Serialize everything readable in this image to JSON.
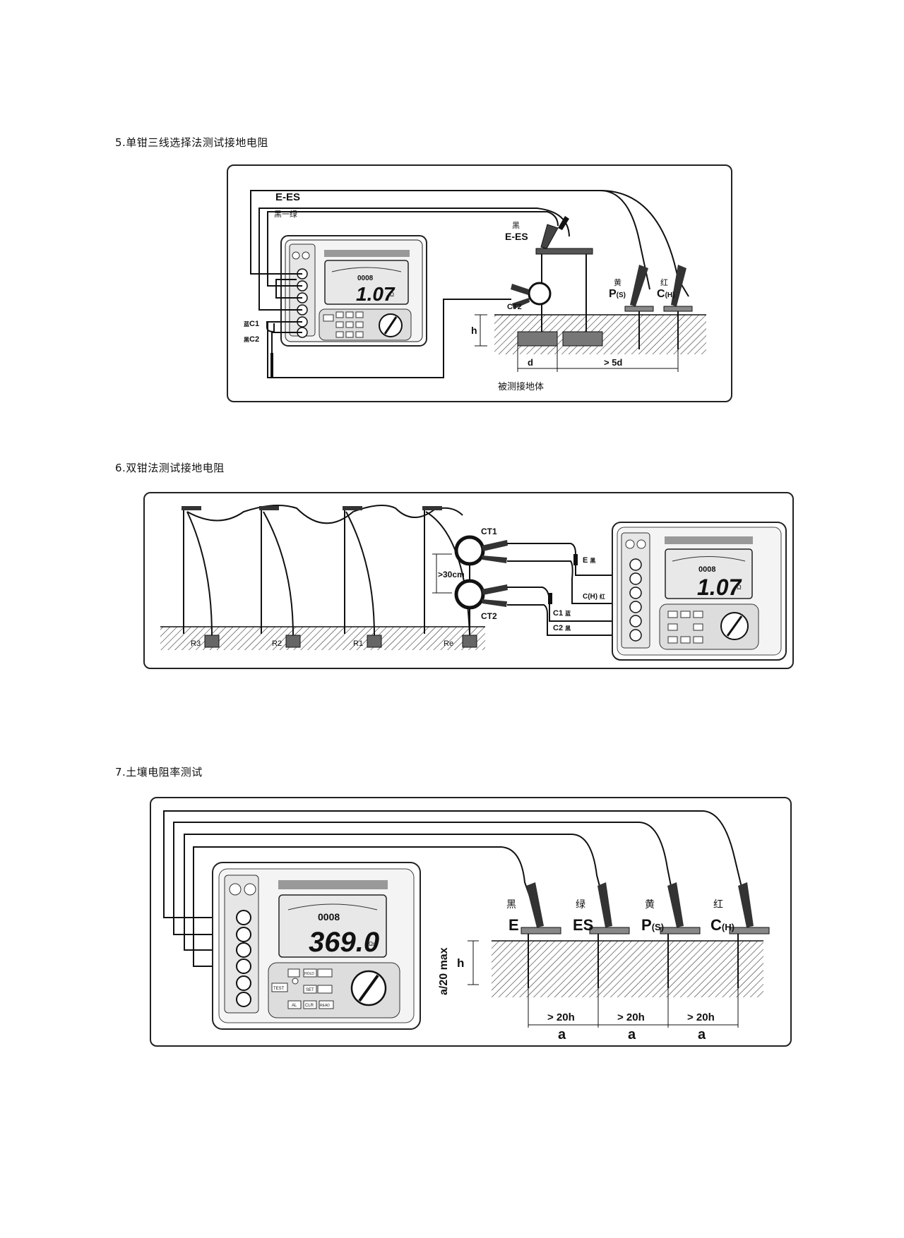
{
  "section5": {
    "title": "5.单钳三线选择法测试接地电阻",
    "lead_label": "E-ES",
    "lead_color": "黑一绿",
    "clip_color": "黑",
    "clip_label": "E-ES",
    "ct_label": "CT2",
    "p_color": "黄",
    "p_label": "P",
    "p_sub": "(S)",
    "c_color": "红",
    "c_label": "C",
    "c_sub": "(H)",
    "c1_color": "蓝",
    "c1_label": "C1",
    "c2_color": "黑",
    "c2_label": "C2",
    "depth_label": "h",
    "dist_d": "d",
    "dist_5d": "> 5d",
    "body_label": "被测接地体",
    "lcd_small": "0008",
    "lcd_big": "1.07",
    "lcd_unit": "Ω"
  },
  "section6": {
    "title": "6.双钳法测试接地电阻",
    "ct1_label": "CT1",
    "ct2_label": "CT2",
    "spacing_label": ">30cm",
    "e_label": "E",
    "e_color": "黑",
    "ch_label": "C(H)",
    "ch_color": "红",
    "c1_label": "C1",
    "c1_color": "蓝",
    "c2_label": "C2",
    "c2_color": "黑",
    "resistors": [
      "R3",
      "R2",
      "R1",
      "Re"
    ],
    "lcd_small": "0008",
    "lcd_big": "1.07",
    "lcd_unit": "Ω"
  },
  "section7": {
    "title": "7.土壤电阻率测试",
    "probes": [
      {
        "color": "黑",
        "label": "E",
        "sub": ""
      },
      {
        "color": "绿",
        "label": "ES",
        "sub": ""
      },
      {
        "color": "黄",
        "label": "P",
        "sub": "(S)"
      },
      {
        "color": "红",
        "label": "C",
        "sub": "(H)"
      }
    ],
    "depth_label": "h",
    "depth_max": "a/20 max",
    "spacing": [
      {
        "min": "> 20h",
        "a": "a"
      },
      {
        "min": "> 20h",
        "a": "a"
      },
      {
        "min": "> 20h",
        "a": "a"
      }
    ],
    "lcd_small": "0008",
    "lcd_big": "369.0",
    "lcd_unit": "Ωm",
    "buttons": [
      "TEST",
      "HOLD",
      "SET",
      "AL",
      "CLR",
      "READ"
    ]
  }
}
